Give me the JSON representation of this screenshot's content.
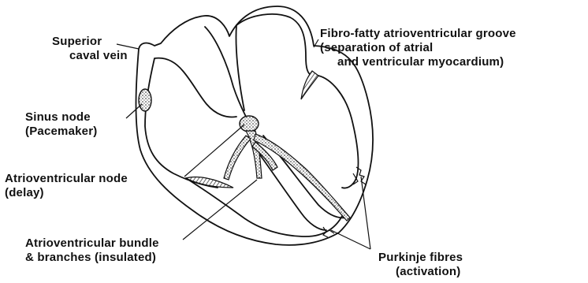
{
  "labels": {
    "superior_caval_vein": [
      "Superior",
      "caval vein"
    ],
    "sinus_node": [
      "Sinus node",
      "(Pacemaker)"
    ],
    "av_node": [
      "Atrioventricular node",
      "(delay)"
    ],
    "av_bundle": [
      "Atrioventricular bundle",
      "& branches (insulated)"
    ],
    "fibro_fatty": [
      "Fibro-fatty atrioventricular groove",
      "(separation of atrial",
      "and ventricular myocardium)"
    ],
    "purkinje": [
      "Purkinje fibres",
      "(activation)"
    ]
  },
  "colors": {
    "ink": "#111111",
    "background": "#ffffff"
  }
}
